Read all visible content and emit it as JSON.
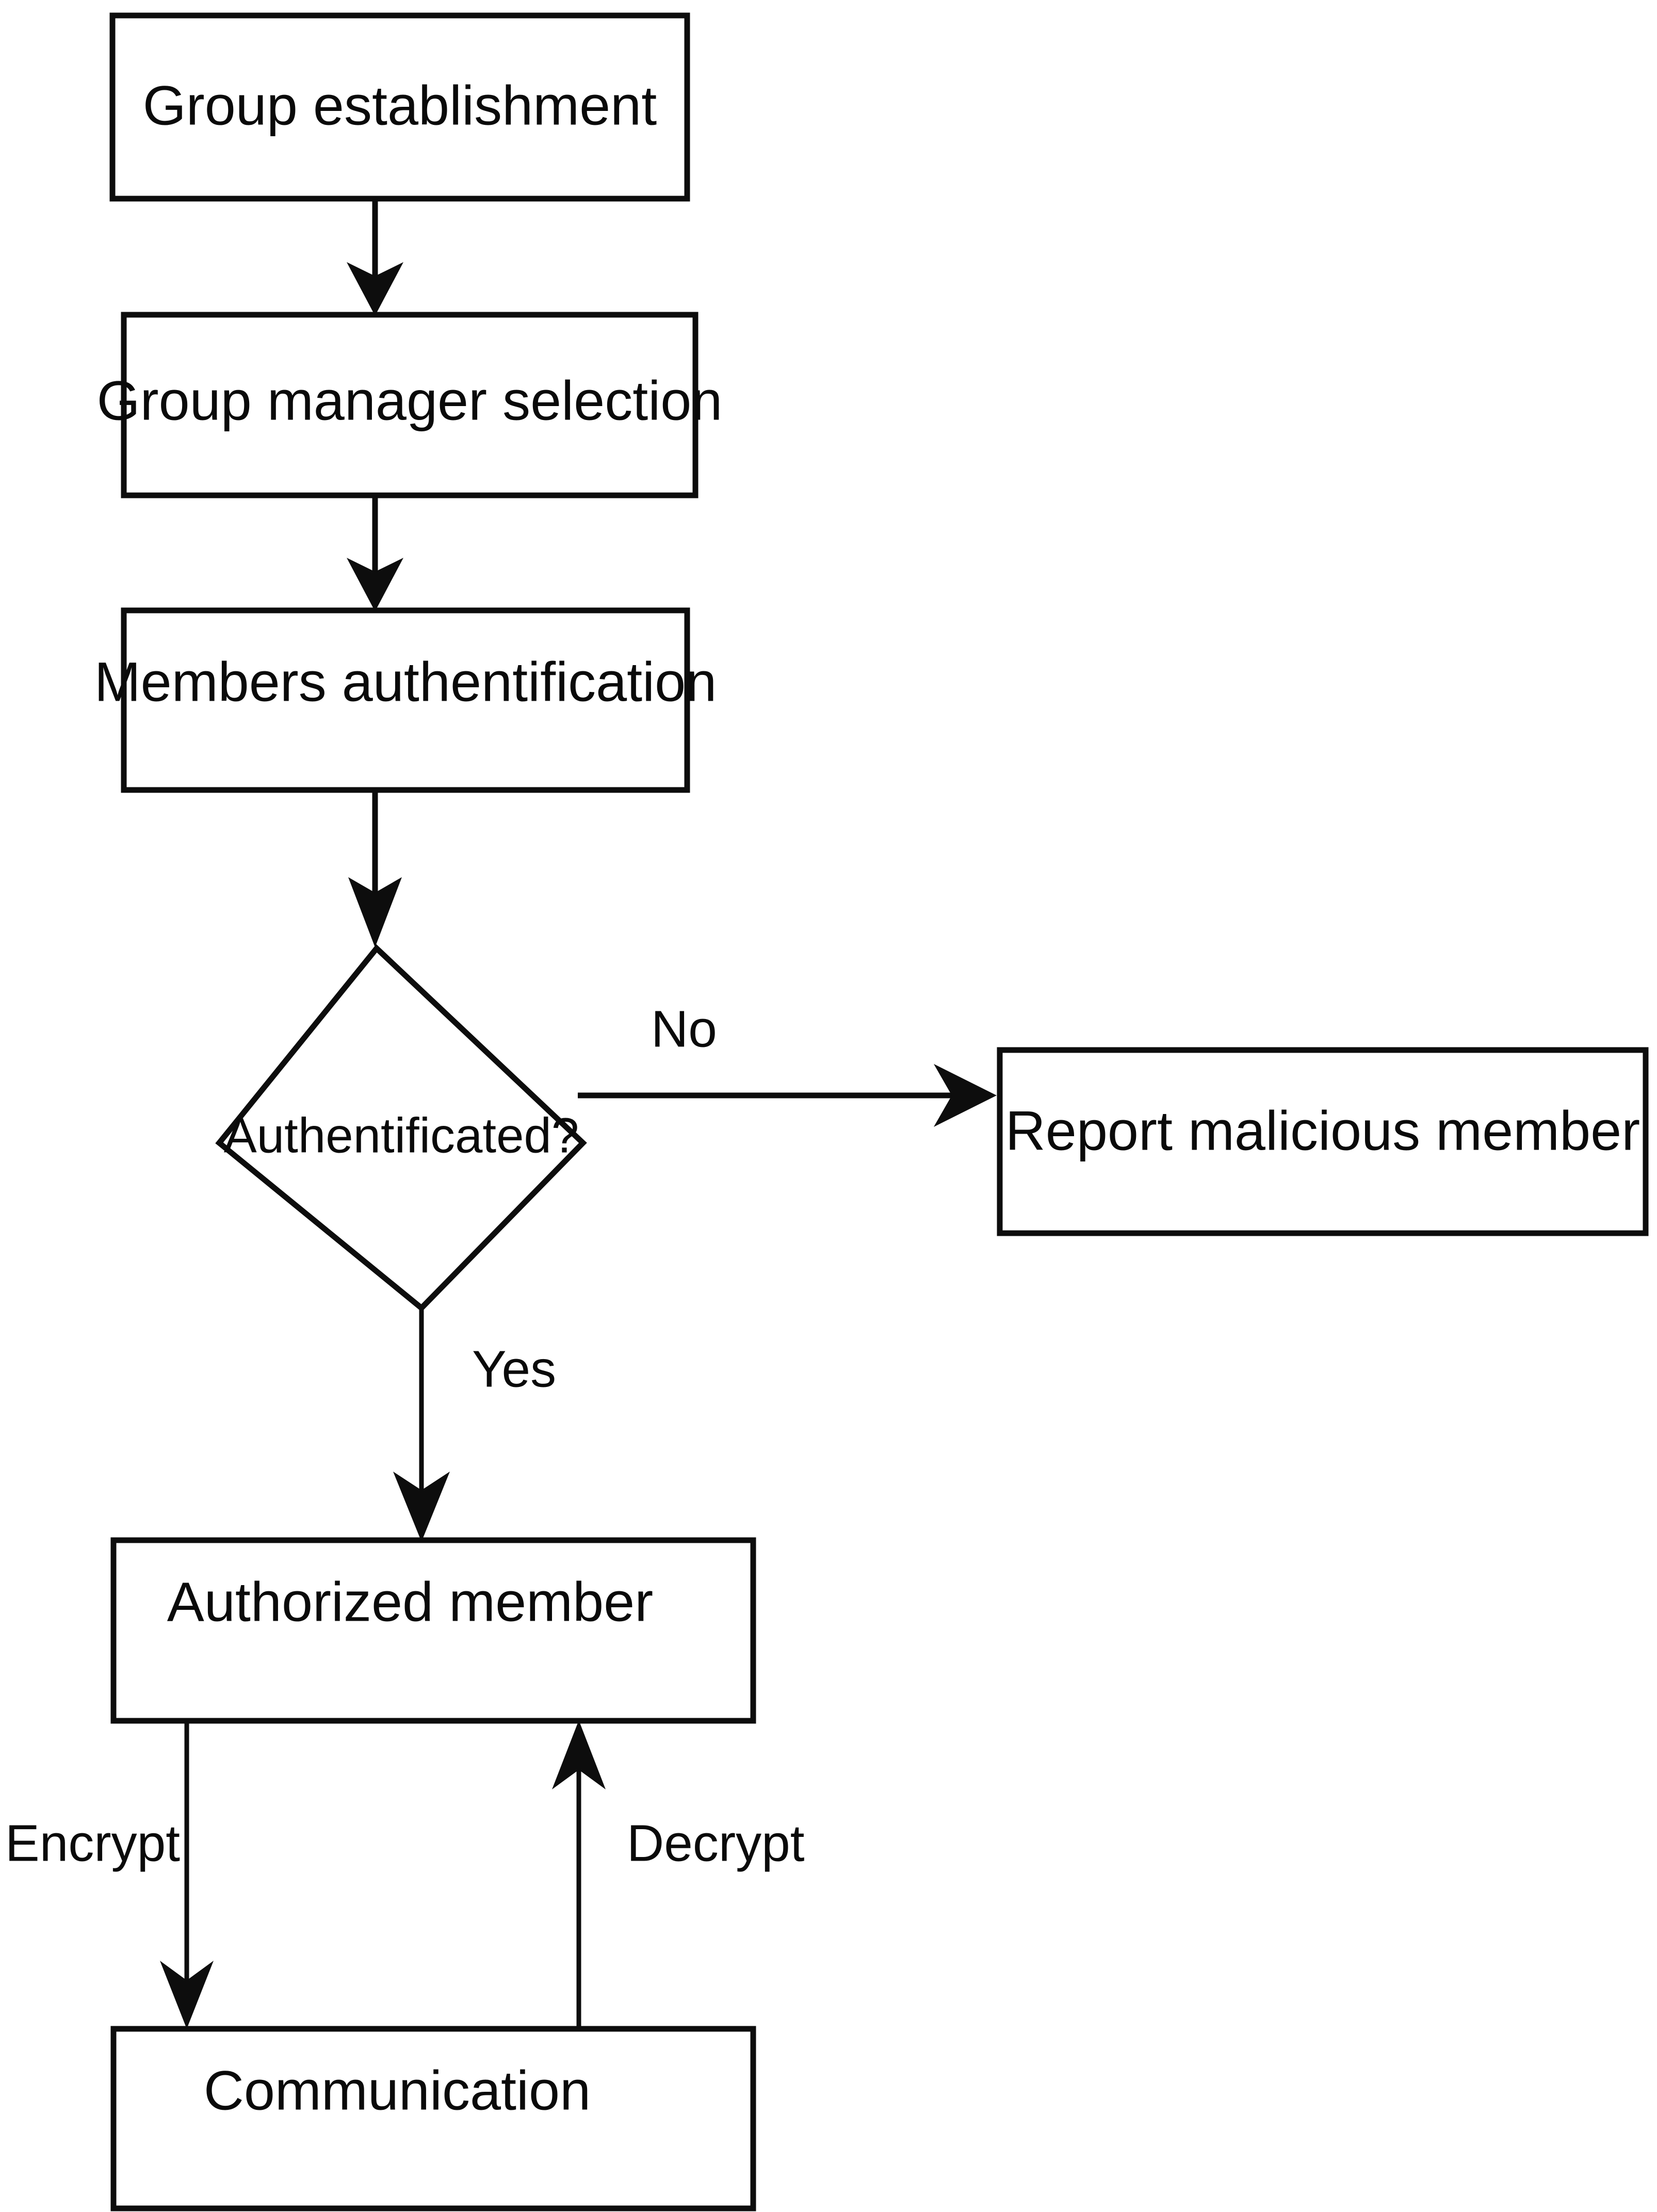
{
  "diagram": {
    "type": "flowchart",
    "title": "",
    "background_color": "#ffffff",
    "stroke_color": "#0d0d0d",
    "text_color": "#0a0a0a",
    "nodes": [
      {
        "id": "group-establishment",
        "shape": "rectangle",
        "label": "Group establishment"
      },
      {
        "id": "group-manager-selection",
        "shape": "rectangle",
        "label": "Group manager selection"
      },
      {
        "id": "members-authentification",
        "shape": "rectangle",
        "label": "Members authentification"
      },
      {
        "id": "authentificated-decision",
        "shape": "diamond",
        "label": "Authentificated?"
      },
      {
        "id": "report-malicious-member",
        "shape": "rectangle",
        "label": "Report malicious member"
      },
      {
        "id": "authorized-member",
        "shape": "rectangle",
        "label": "Authorized member"
      },
      {
        "id": "communication",
        "shape": "rectangle",
        "label": "Communication"
      }
    ],
    "edges": [
      {
        "from": "group-establishment",
        "to": "group-manager-selection",
        "label": ""
      },
      {
        "from": "group-manager-selection",
        "to": "members-authentification",
        "label": ""
      },
      {
        "from": "members-authentification",
        "to": "authentificated-decision",
        "label": ""
      },
      {
        "from": "authentificated-decision",
        "to": "report-malicious-member",
        "label": "No"
      },
      {
        "from": "authentificated-decision",
        "to": "authorized-member",
        "label": "Yes"
      },
      {
        "from": "authorized-member",
        "to": "communication",
        "label": "Encrypt"
      },
      {
        "from": "communication",
        "to": "authorized-member",
        "label": "Decrypt"
      }
    ],
    "edge_labels": {
      "no": "No",
      "yes": "Yes",
      "encrypt": "Encrypt",
      "decrypt": "Decrypt"
    }
  }
}
